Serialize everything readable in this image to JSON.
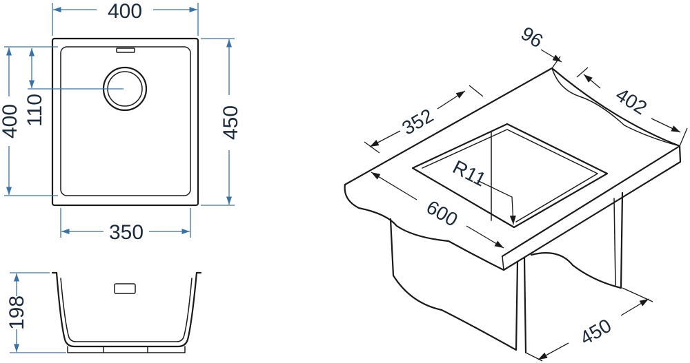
{
  "top_view": {
    "width_outer": "400",
    "width_inner": "350",
    "height_outer": "450",
    "height_inner": "400",
    "drain_offset": "110"
  },
  "side_view": {
    "depth": "198"
  },
  "iso_view": {
    "dim_96": "96",
    "dim_352": "352",
    "dim_402": "402",
    "dim_600": "600",
    "dim_r11": "R11",
    "dim_450": "450"
  },
  "colors": {
    "line": "#1a1a1a",
    "dimension": "#3b72a6",
    "text": "#1a2a3a"
  }
}
